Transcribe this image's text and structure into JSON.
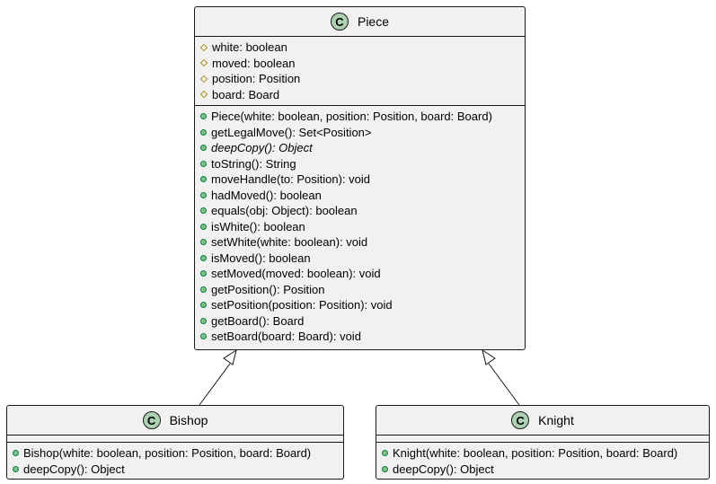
{
  "classes": {
    "piece": {
      "name": "Piece",
      "icon": "C",
      "fields": [
        {
          "vis": "protected",
          "text": "white: boolean"
        },
        {
          "vis": "protected",
          "text": "moved: boolean"
        },
        {
          "vis": "protected",
          "text": "position: Position"
        },
        {
          "vis": "protected",
          "text": "board: Board"
        }
      ],
      "methods": [
        {
          "vis": "public",
          "text": "Piece(white: boolean, position: Position, board: Board)",
          "abstract": false
        },
        {
          "vis": "public",
          "text": "getLegalMove(): Set<Position>",
          "abstract": false
        },
        {
          "vis": "public",
          "text": "deepCopy(): Object",
          "abstract": true
        },
        {
          "vis": "public",
          "text": "toString(): String",
          "abstract": false
        },
        {
          "vis": "public",
          "text": "moveHandle(to: Position): void",
          "abstract": false
        },
        {
          "vis": "public",
          "text": "hadMoved(): boolean",
          "abstract": false
        },
        {
          "vis": "public",
          "text": "equals(obj: Object): boolean",
          "abstract": false
        },
        {
          "vis": "public",
          "text": "isWhite(): boolean",
          "abstract": false
        },
        {
          "vis": "public",
          "text": "setWhite(white: boolean): void",
          "abstract": false
        },
        {
          "vis": "public",
          "text": "isMoved(): boolean",
          "abstract": false
        },
        {
          "vis": "public",
          "text": "setMoved(moved: boolean): void",
          "abstract": false
        },
        {
          "vis": "public",
          "text": "getPosition(): Position",
          "abstract": false
        },
        {
          "vis": "public",
          "text": "setPosition(position: Position): void",
          "abstract": false
        },
        {
          "vis": "public",
          "text": "getBoard(): Board",
          "abstract": false
        },
        {
          "vis": "public",
          "text": "setBoard(board: Board): void",
          "abstract": false
        }
      ]
    },
    "bishop": {
      "name": "Bishop",
      "icon": "C",
      "fields": [],
      "methods": [
        {
          "vis": "public",
          "text": "Bishop(white: boolean, position: Position, board: Board)",
          "abstract": false
        },
        {
          "vis": "public",
          "text": "deepCopy(): Object",
          "abstract": false
        }
      ]
    },
    "knight": {
      "name": "Knight",
      "icon": "C",
      "fields": [],
      "methods": [
        {
          "vis": "public",
          "text": "Knight(white: boolean, position: Position, board: Board)",
          "abstract": false
        },
        {
          "vis": "public",
          "text": "deepCopy(): Object",
          "abstract": false
        }
      ]
    }
  },
  "relations": [
    {
      "from": "Bishop",
      "to": "Piece",
      "type": "inheritance"
    },
    {
      "from": "Knight",
      "to": "Piece",
      "type": "inheritance"
    }
  ],
  "colors": {
    "class_bg": "#f1f1f1",
    "border": "#181818",
    "icon_bg": "#add1b2",
    "public_fill": "#84be84",
    "protected_stroke": "#b38d22"
  }
}
